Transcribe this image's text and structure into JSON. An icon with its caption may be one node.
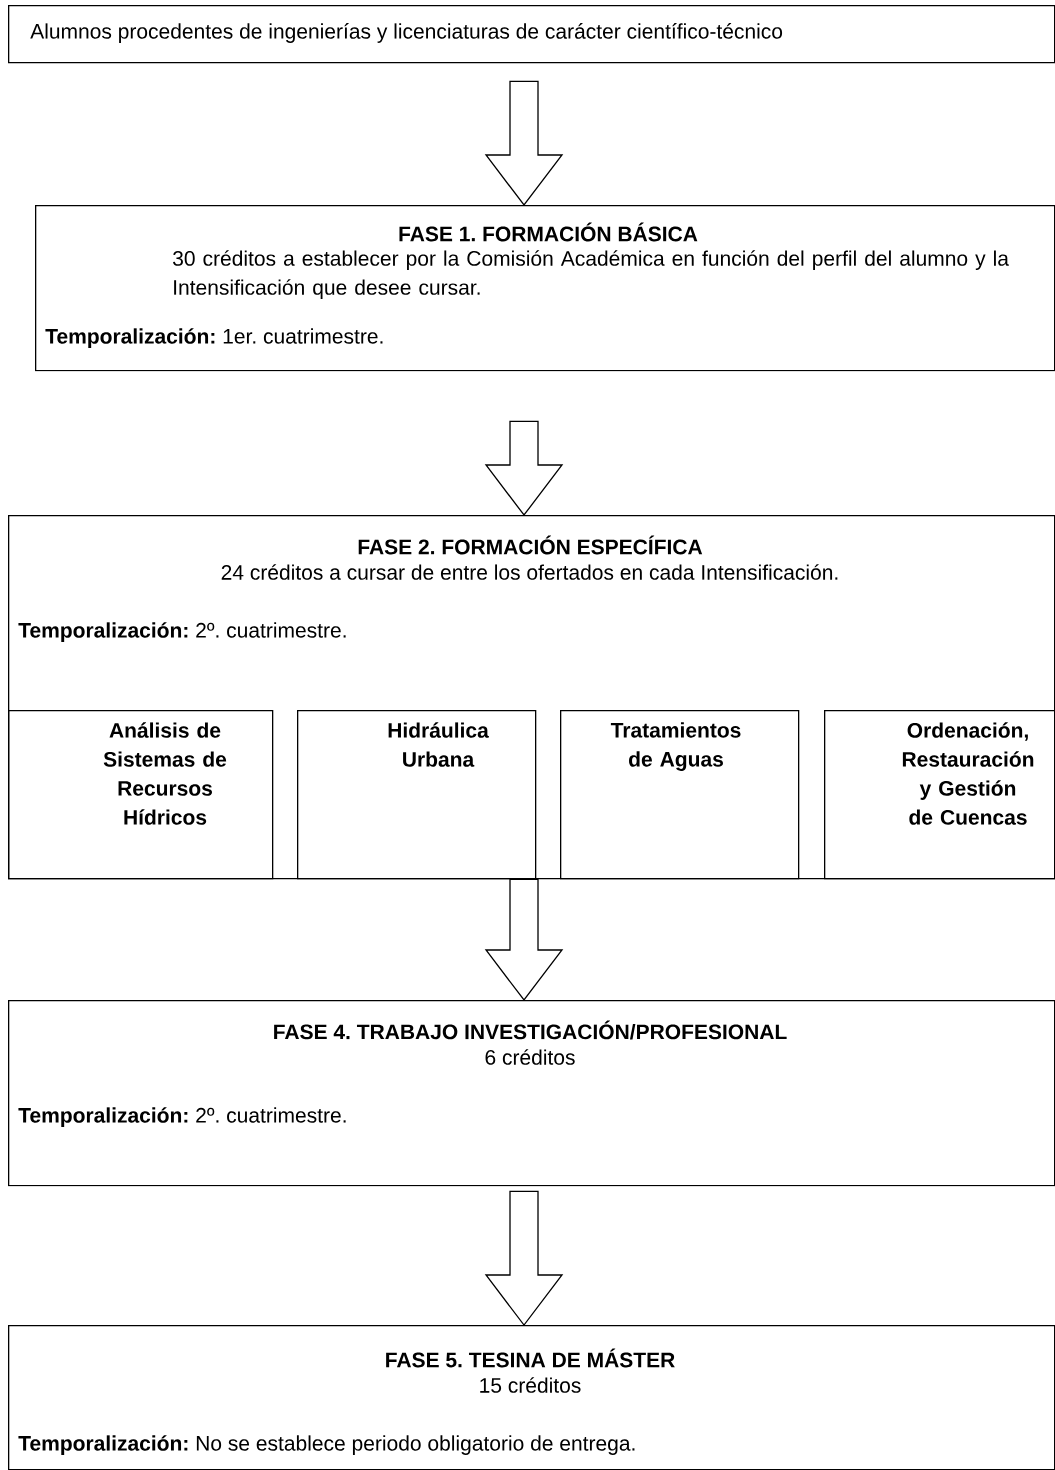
{
  "diagram": {
    "nodes": [
      {
        "text": [
          "Alumnos procedentes de ingenierías y licenciaturas de carácter científico-técnico"
        ]
      },
      {
        "text": [
          "FASE 1. FORMACIÓN BÁSICA",
          "30 créditos a establecer por la Comisión Académica en función del perfil del alumno y la Intensificación que desee cursar.",
          "**Temporalización:** 1er. cuatrimestre."
        ]
      },
      {
        "text": [
          "FASE 2. FORMACIÓN ESPECÍFICA",
          "24 créditos a cursar de entre los ofertados en cada Intensificación.",
          "**Temporalización:** 2º. cuatrimestre."
        ]
      },
      {
        "text": [
          "Análisis de Sistemas de Recursos Hídricos"
        ],
        "in": 2
      },
      {
        "text": [
          "Hidráulica Urbana"
        ],
        "in": 2
      },
      {
        "text": [
          "Tratamientos de Aguas"
        ],
        "in": 2
      },
      {
        "text": [
          "Ordenación, Restauración y Gestión de Cuencas"
        ],
        "in": 2
      },
      {
        "text": [
          "FASE 4. TRABAJO INVESTIGACIÓN/PROFESIONAL",
          "6 créditos",
          "**Temporalización:** 2º. cuatrimestre."
        ]
      },
      {
        "text": [
          "FASE 5. TESINA DE MÁSTER",
          "15 créditos",
          "**Temporalización:** No se establece periodo obligatorio de entrega."
        ]
      }
    ],
    "edges": [
      {
        "from": 0,
        "to": 1,
        "arrow": "to"
      },
      {
        "from": 1,
        "to": 2,
        "arrow": "to"
      },
      {
        "from": 2,
        "to": 7,
        "arrow": "to"
      },
      {
        "from": 7,
        "to": 8,
        "arrow": "to"
      }
    ]
  }
}
